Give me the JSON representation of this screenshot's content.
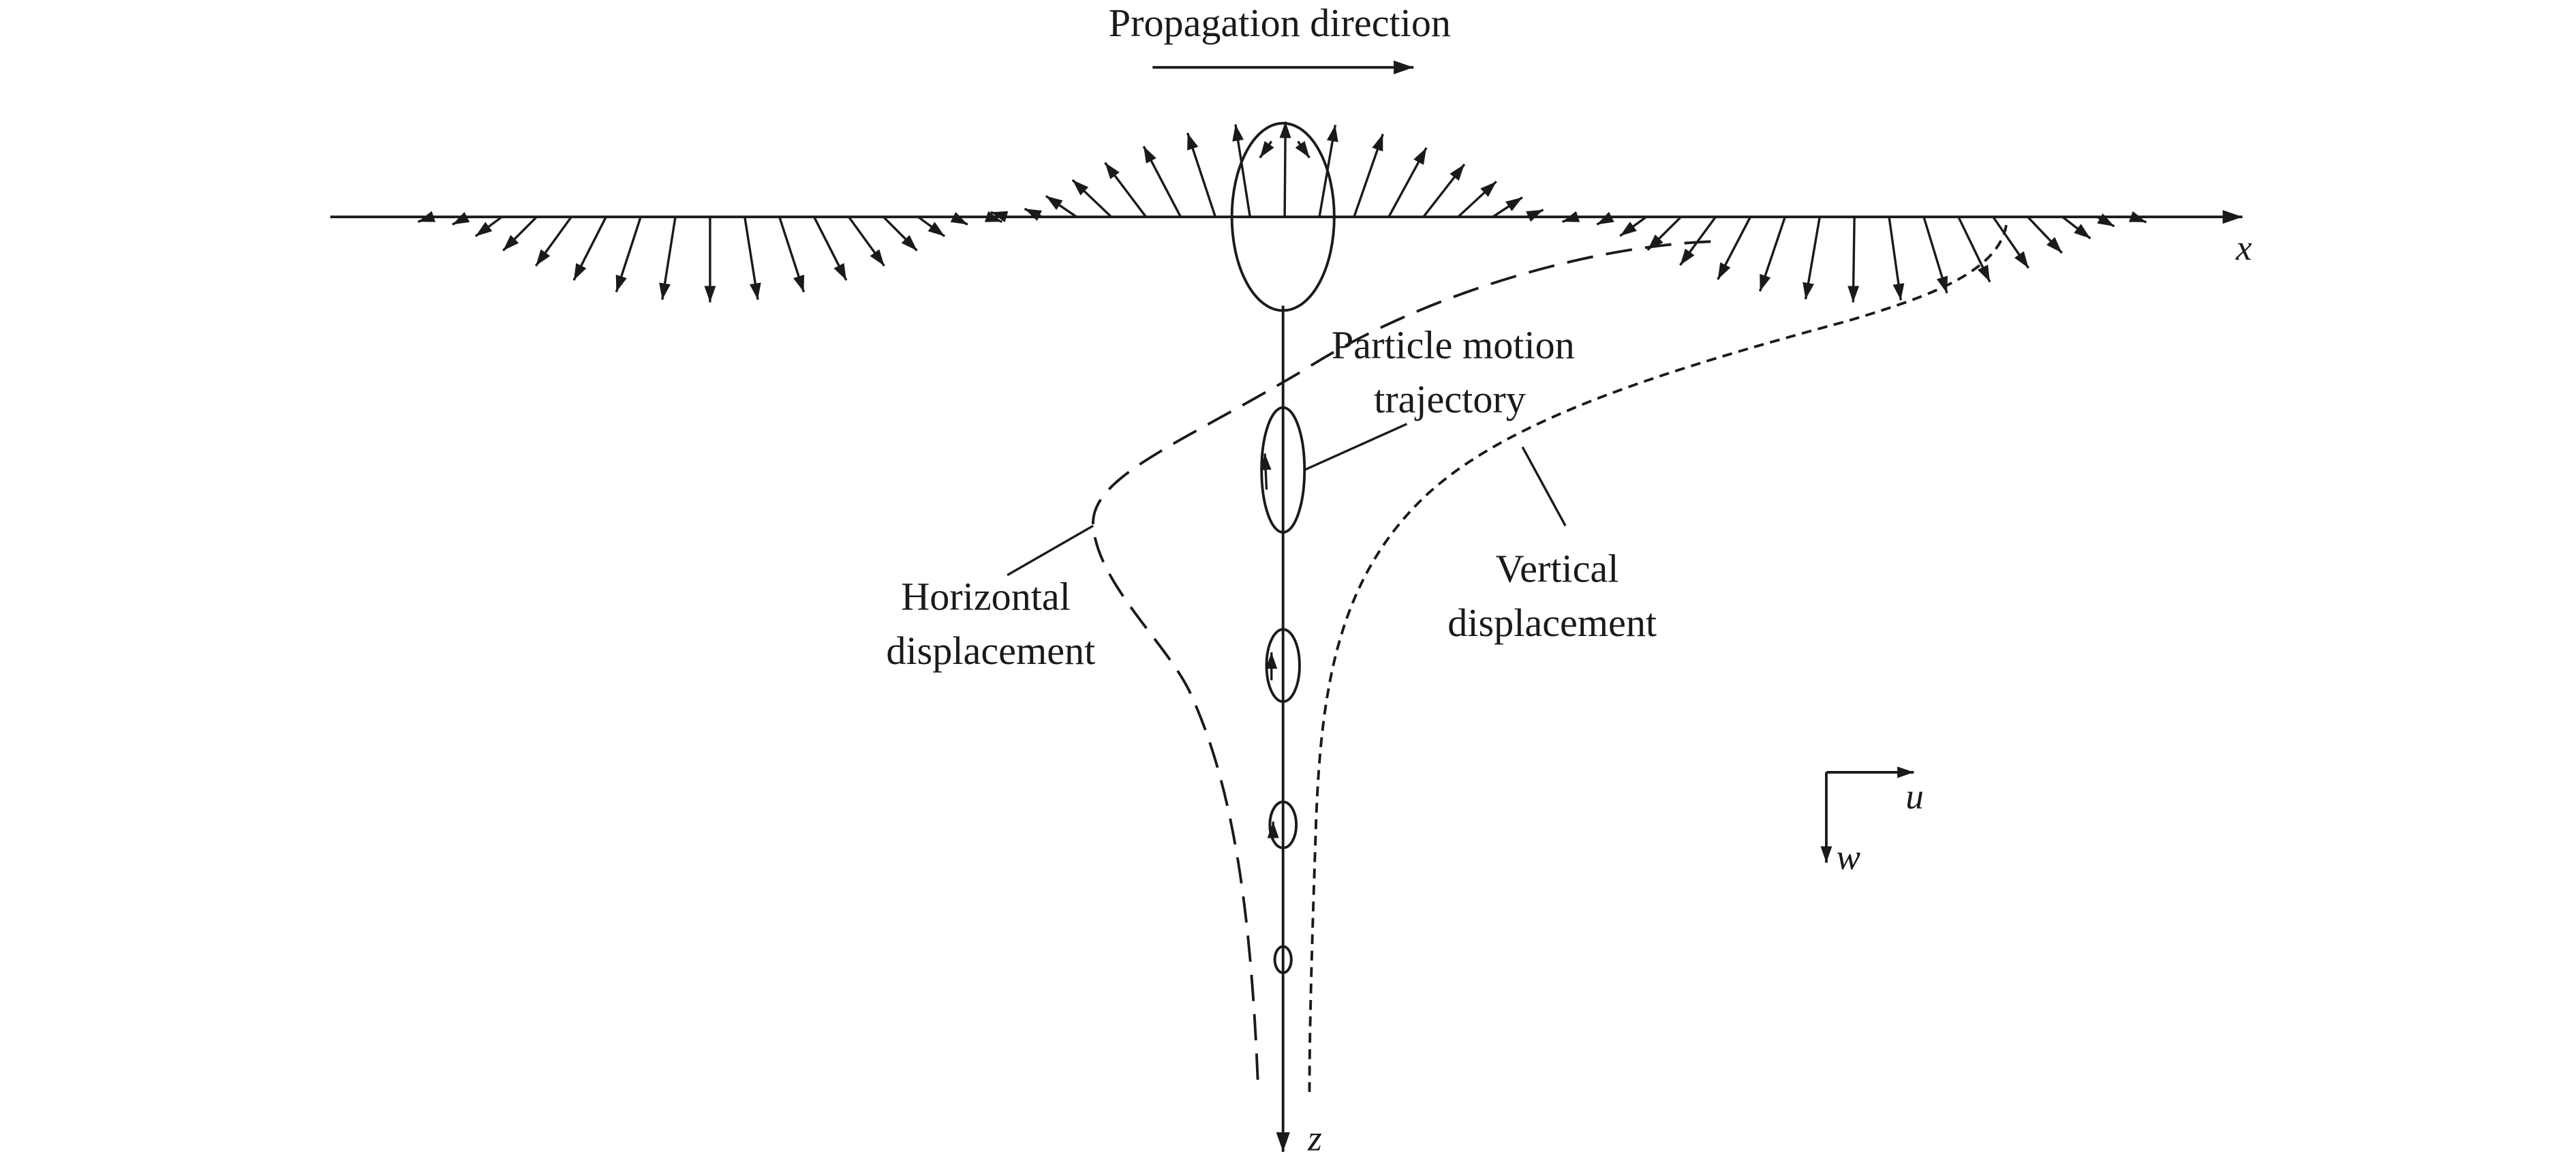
{
  "title": "Propagation direction",
  "labels": {
    "particle_motion_line1": "Particle motion",
    "particle_motion_line2": "trajectory",
    "horizontal_line1": "Horizontal",
    "horizontal_line2": "displacement",
    "vertical_line1": "Vertical",
    "vertical_line2": "displacement"
  },
  "axes": {
    "x": "x",
    "z": "z",
    "u": "u",
    "w": "w"
  },
  "colors": {
    "ink": "#1a1a1a",
    "background": "#ffffff"
  }
}
